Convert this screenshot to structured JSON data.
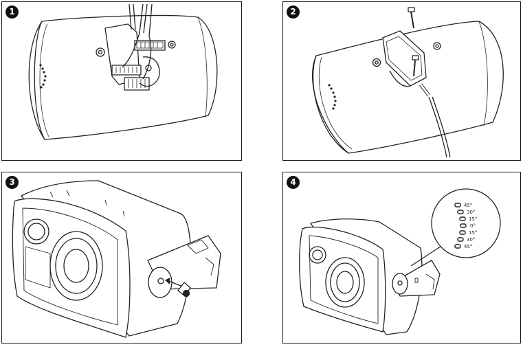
{
  "steps": [
    {
      "number": "1"
    },
    {
      "number": "2"
    },
    {
      "number": "3"
    },
    {
      "number": "4"
    }
  ],
  "angle_scale": {
    "labels": [
      "45°",
      "30°",
      "15°",
      "0°",
      "15°",
      "30°",
      "45°"
    ]
  }
}
